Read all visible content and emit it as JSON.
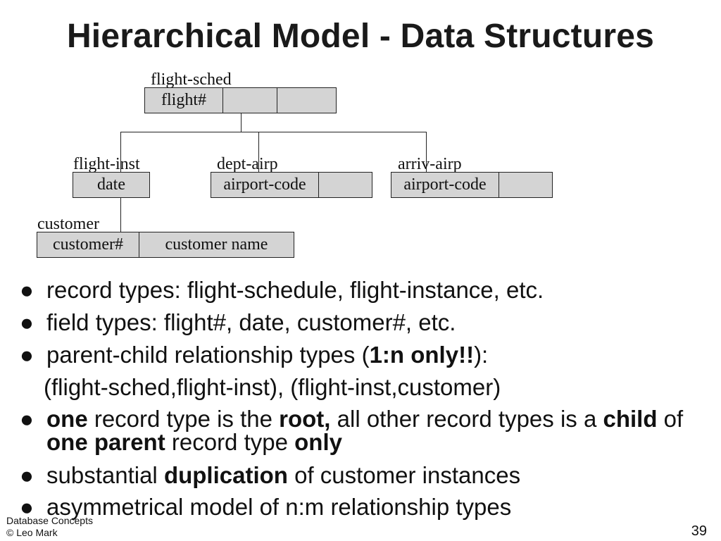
{
  "title": "Hierarchical Model - Data Structures",
  "diagram": {
    "records": {
      "flight_sched": {
        "label": "flight-sched",
        "fields": [
          "flight#",
          "",
          ""
        ]
      },
      "flight_inst": {
        "label": "flight-inst",
        "fields": [
          "date"
        ]
      },
      "dept_airp": {
        "label": "dept-airp",
        "fields": [
          "airport-code",
          ""
        ]
      },
      "arriv_airp": {
        "label": "arriv-airp",
        "fields": [
          "airport-code",
          ""
        ]
      },
      "customer": {
        "label": "customer",
        "fields": [
          "customer#",
          "customer name"
        ]
      }
    }
  },
  "bullets": {
    "b1": "record types: flight-schedule, flight-instance, etc.",
    "b2": "field types: flight#, date, customer#, etc.",
    "b3": {
      "pre": "parent-child relationship types (",
      "bold": "1:n only!!",
      "post": "):"
    },
    "b3_cont": "(flight-sched,flight-inst), (flight-inst,customer)",
    "b4": {
      "t1": "one",
      "t2": " record type is the ",
      "t3": "root,",
      "t4": " all other record types is a ",
      "t5": "child",
      "t6": " of ",
      "t7": "one parent",
      "t8": " record type ",
      "t9": "only"
    },
    "b5": {
      "pre": "substantial ",
      "bold": "duplication",
      "post": " of customer instances"
    },
    "b6": "asymmetrical model of n:m relationship types",
    "bullet_symbol": "●"
  },
  "footer": {
    "line1": "Database Concepts",
    "line2": "© Leo Mark"
  },
  "page_number": "39"
}
